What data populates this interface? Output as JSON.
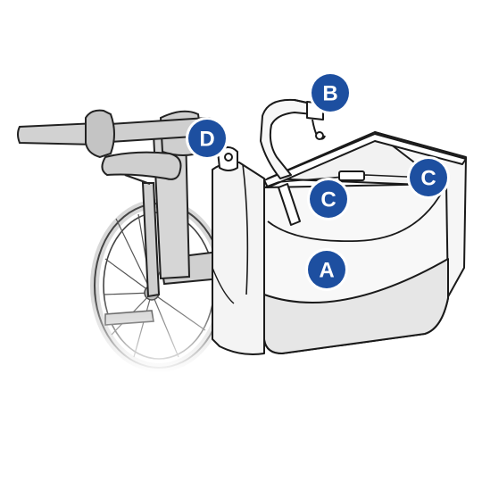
{
  "colors": {
    "badge_fill": "#1d4fa0",
    "badge_ring": "#ffffff",
    "outline": "#1a1a1a",
    "bike_gray": "#d3d3d3",
    "bike_dark": "#9a9a9a",
    "basket_white": "#f7f7f7",
    "basket_front": "#e4e4e4"
  },
  "callouts": [
    {
      "label": "A"
    },
    {
      "label": "B"
    },
    {
      "label": "C"
    },
    {
      "label": "C"
    },
    {
      "label": "D"
    }
  ]
}
